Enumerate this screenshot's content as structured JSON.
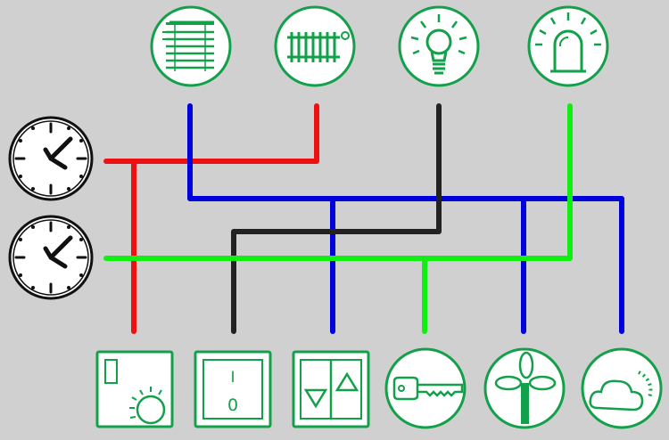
{
  "colors": {
    "background": "#d0d0d0",
    "icon_green": "#13a04a",
    "red": "#ee1111",
    "blue": "#0000dd",
    "black": "#222222",
    "green": "#11ee11"
  },
  "top_devices": [
    {
      "name": "blinds",
      "icon": "venetian-blinds-icon"
    },
    {
      "name": "heating",
      "icon": "radiator-icon"
    },
    {
      "name": "lighting",
      "icon": "light-bulb-icon"
    },
    {
      "name": "alarm",
      "icon": "beacon-light-icon"
    }
  ],
  "clocks": [
    {
      "name": "timer-1",
      "icon": "clock-icon"
    },
    {
      "name": "timer-2",
      "icon": "clock-icon"
    }
  ],
  "bottom_controls": [
    {
      "name": "thermostat",
      "icon": "thermostat-dial-icon"
    },
    {
      "name": "on-off-switch",
      "icon": "rocker-switch-icon"
    },
    {
      "name": "up-down-switch",
      "icon": "up-down-arrows-icon"
    },
    {
      "name": "key-switch",
      "icon": "key-icon"
    },
    {
      "name": "wind-sensor",
      "icon": "anemometer-icon"
    },
    {
      "name": "weather-sensor",
      "icon": "cloud-sun-icon"
    }
  ],
  "switch_labels": {
    "on": "I",
    "off": "0"
  },
  "connections": [
    {
      "name": "red-line",
      "color": "red",
      "from": "thermostat",
      "to": [
        "timer-1",
        "heating"
      ]
    },
    {
      "name": "blue-line",
      "color": "blue",
      "from": [
        "up-down-switch",
        "wind-sensor",
        "weather-sensor"
      ],
      "to": [
        "blinds"
      ]
    },
    {
      "name": "black-line",
      "color": "black",
      "from": "on-off-switch",
      "to": [
        "lighting"
      ]
    },
    {
      "name": "green-line",
      "color": "green",
      "from": [
        "timer-2",
        "key-switch"
      ],
      "to": [
        "alarm"
      ]
    }
  ]
}
